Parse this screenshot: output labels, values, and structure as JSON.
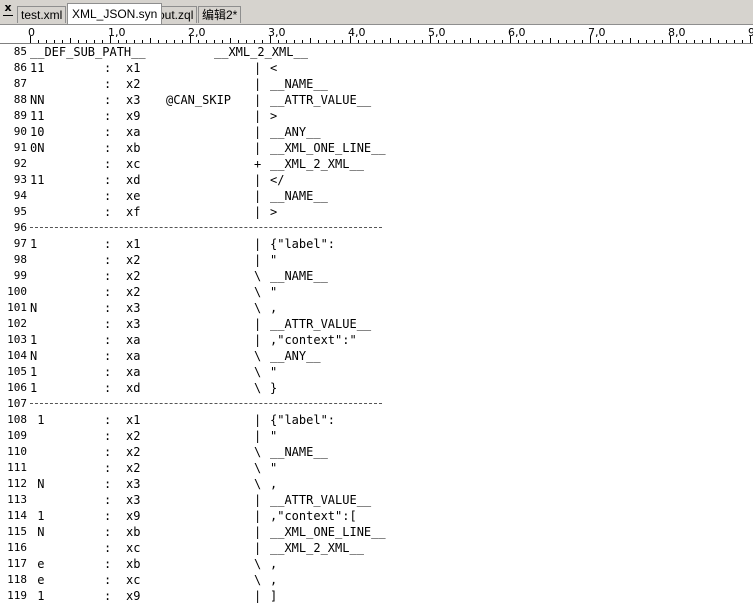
{
  "window": {
    "close_label": "x",
    "tabs": [
      {
        "label": "test.xml",
        "active": false
      },
      {
        "label": "XML_JSON.syn",
        "active": true
      },
      {
        "label": "out.zql",
        "active": false
      },
      {
        "label": "编辑2*",
        "active": false
      }
    ]
  },
  "ruler": {
    "labels": [
      "0",
      "1,0",
      "2,0",
      "3,0",
      "4,0",
      "5,0",
      "6,0",
      "7,0",
      "8,0",
      "9"
    ]
  },
  "editor": {
    "lines": [
      {
        "n": "85",
        "c1": "__DEF_SUB_PATH__",
        "c2": "",
        "c3": "",
        "c4": "",
        "sep": "",
        "c5": "__XML_2_XML__"
      },
      {
        "n": "86",
        "c1": "11",
        "c2": ":",
        "c3": "x1",
        "c4": "",
        "sep": "|",
        "c5": "<"
      },
      {
        "n": "87",
        "c1": "",
        "c2": ":",
        "c3": "x2",
        "c4": "",
        "sep": "|",
        "c5": "__NAME__"
      },
      {
        "n": "88",
        "c1": "NN",
        "c2": ":",
        "c3": "x3",
        "c4": "@CAN_SKIP",
        "sep": "|",
        "c5": "__ATTR_VALUE__"
      },
      {
        "n": "89",
        "c1": "11",
        "c2": ":",
        "c3": "x9",
        "c4": "",
        "sep": "|",
        "c5": ">"
      },
      {
        "n": "90",
        "c1": "10",
        "c2": ":",
        "c3": "xa",
        "c4": "",
        "sep": "|",
        "c5": "__ANY__"
      },
      {
        "n": "91",
        "c1": "0N",
        "c2": ":",
        "c3": "xb",
        "c4": "",
        "sep": "|",
        "c5": "__XML_ONE_LINE__"
      },
      {
        "n": "92",
        "c1": "",
        "c2": ":",
        "c3": "xc",
        "c4": "",
        "sep": "+",
        "c5": "__XML_2_XML__"
      },
      {
        "n": "93",
        "c1": "11",
        "c2": ":",
        "c3": "xd",
        "c4": "",
        "sep": "|",
        "c5": "</"
      },
      {
        "n": "94",
        "c1": "",
        "c2": ":",
        "c3": "xe",
        "c4": "",
        "sep": "|",
        "c5": "__NAME__"
      },
      {
        "n": "95",
        "c1": "",
        "c2": ":",
        "c3": "xf",
        "c4": "",
        "sep": "|",
        "c5": ">"
      },
      {
        "n": "96",
        "dash": true
      },
      {
        "n": "97",
        "c1": "1",
        "c2": ":",
        "c3": "x1",
        "c4": "",
        "sep": "|",
        "c5": "{\"label\":"
      },
      {
        "n": "98",
        "c1": "",
        "c2": ":",
        "c3": "x2",
        "c4": "",
        "sep": "|",
        "c5": "\""
      },
      {
        "n": "99",
        "c1": "",
        "c2": ":",
        "c3": "x2",
        "c4": "",
        "sep": "\\",
        "c5": "__NAME__"
      },
      {
        "n": "100",
        "c1": "",
        "c2": ":",
        "c3": "x2",
        "c4": "",
        "sep": "\\",
        "c5": "\""
      },
      {
        "n": "101",
        "c1": "N",
        "c2": ":",
        "c3": "x3",
        "c4": "",
        "sep": "\\",
        "c5": ","
      },
      {
        "n": "102",
        "c1": "",
        "c2": ":",
        "c3": "x3",
        "c4": "",
        "sep": "|",
        "c5": "__ATTR_VALUE__"
      },
      {
        "n": "103",
        "c1": "1",
        "c2": ":",
        "c3": "xa",
        "c4": "",
        "sep": "|",
        "c5": ",\"context\":\""
      },
      {
        "n": "104",
        "c1": "N",
        "c2": ":",
        "c3": "xa",
        "c4": "",
        "sep": "\\",
        "c5": "__ANY__"
      },
      {
        "n": "105",
        "c1": "1",
        "c2": ":",
        "c3": "xa",
        "c4": "",
        "sep": "\\",
        "c5": "\""
      },
      {
        "n": "106",
        "c1": "1",
        "c2": ":",
        "c3": "xd",
        "c4": "",
        "sep": "\\",
        "c5": "}"
      },
      {
        "n": "107",
        "dash": true
      },
      {
        "n": "108",
        "c1": " 1",
        "c2": ":",
        "c3": "x1",
        "c4": "",
        "sep": "|",
        "c5": "{\"label\":"
      },
      {
        "n": "109",
        "c1": "",
        "c2": ":",
        "c3": "x2",
        "c4": "",
        "sep": "|",
        "c5": "\""
      },
      {
        "n": "110",
        "c1": "",
        "c2": ":",
        "c3": "x2",
        "c4": "",
        "sep": "\\",
        "c5": "__NAME__"
      },
      {
        "n": "111",
        "c1": "",
        "c2": ":",
        "c3": "x2",
        "c4": "",
        "sep": "\\",
        "c5": "\""
      },
      {
        "n": "112",
        "c1": " N",
        "c2": ":",
        "c3": "x3",
        "c4": "",
        "sep": "\\",
        "c5": ","
      },
      {
        "n": "113",
        "c1": "",
        "c2": ":",
        "c3": "x3",
        "c4": "",
        "sep": "|",
        "c5": "__ATTR_VALUE__"
      },
      {
        "n": "114",
        "c1": " 1",
        "c2": ":",
        "c3": "x9",
        "c4": "",
        "sep": "|",
        "c5": ",\"context\":["
      },
      {
        "n": "115",
        "c1": " N",
        "c2": ":",
        "c3": "xb",
        "c4": "",
        "sep": "|",
        "c5": "__XML_ONE_LINE__"
      },
      {
        "n": "116",
        "c1": "",
        "c2": ":",
        "c3": "xc",
        "c4": "",
        "sep": "|",
        "c5": "__XML_2_XML__"
      },
      {
        "n": "117",
        "c1": " e",
        "c2": ":",
        "c3": "xb",
        "c4": "",
        "sep": "\\",
        "c5": ","
      },
      {
        "n": "118",
        "c1": " e",
        "c2": ":",
        "c3": "xc",
        "c4": "",
        "sep": "\\",
        "c5": ","
      },
      {
        "n": "119",
        "c1": " 1",
        "c2": ":",
        "c3": "x9",
        "c4": "",
        "sep": "|",
        "c5": "]"
      }
    ]
  }
}
